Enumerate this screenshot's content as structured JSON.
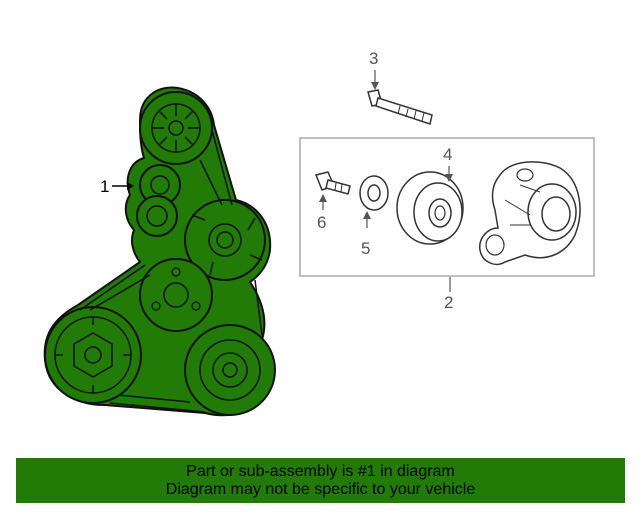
{
  "colors": {
    "highlight": "#217b06",
    "outline": "#111111",
    "leader": "#555555",
    "box": "#aaaaaa",
    "banner": "#217b06"
  },
  "callouts": {
    "c1": "1",
    "c2": "2",
    "c3": "3",
    "c4": "4",
    "c5": "5",
    "c6": "6"
  },
  "footer": {
    "line1": "Part or sub-assembly is #1 in diagram",
    "line2": "Diagram may not be specific to your vehicle"
  }
}
